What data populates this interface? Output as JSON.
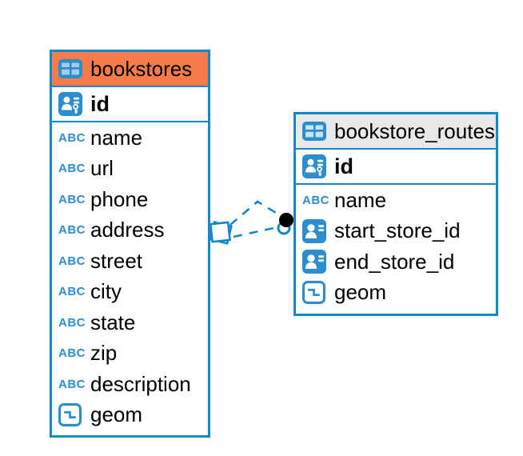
{
  "colors": {
    "table_border": "#1287c9",
    "icon_blue": "#2d8ecf",
    "header_orange": "#f87c4a",
    "header_gray": "#e8e8e8",
    "connector_blue": "#1287c9",
    "endpoint_black": "#000000",
    "text_color": "#000000"
  },
  "icon_labels": {
    "text": "ABC"
  },
  "tables": [
    {
      "name": "bookstores",
      "header_style": "orange",
      "columns": [
        {
          "name": "id",
          "type": "pk"
        },
        {
          "name": "name",
          "type": "text"
        },
        {
          "name": "url",
          "type": "text"
        },
        {
          "name": "phone",
          "type": "text"
        },
        {
          "name": "address",
          "type": "text"
        },
        {
          "name": "street",
          "type": "text"
        },
        {
          "name": "city",
          "type": "text"
        },
        {
          "name": "state",
          "type": "text"
        },
        {
          "name": "zip",
          "type": "text"
        },
        {
          "name": "description",
          "type": "text"
        },
        {
          "name": "geom",
          "type": "geometry"
        }
      ]
    },
    {
      "name": "bookstore_routes",
      "header_style": "gray",
      "columns": [
        {
          "name": "id",
          "type": "pk"
        },
        {
          "name": "name",
          "type": "text"
        },
        {
          "name": "start_store_id",
          "type": "reference"
        },
        {
          "name": "end_store_id",
          "type": "reference"
        },
        {
          "name": "geom",
          "type": "geometry"
        }
      ]
    }
  ],
  "relationship": {
    "style": "dashed",
    "endpoints": [
      "bookstores",
      "bookstore_routes"
    ]
  }
}
